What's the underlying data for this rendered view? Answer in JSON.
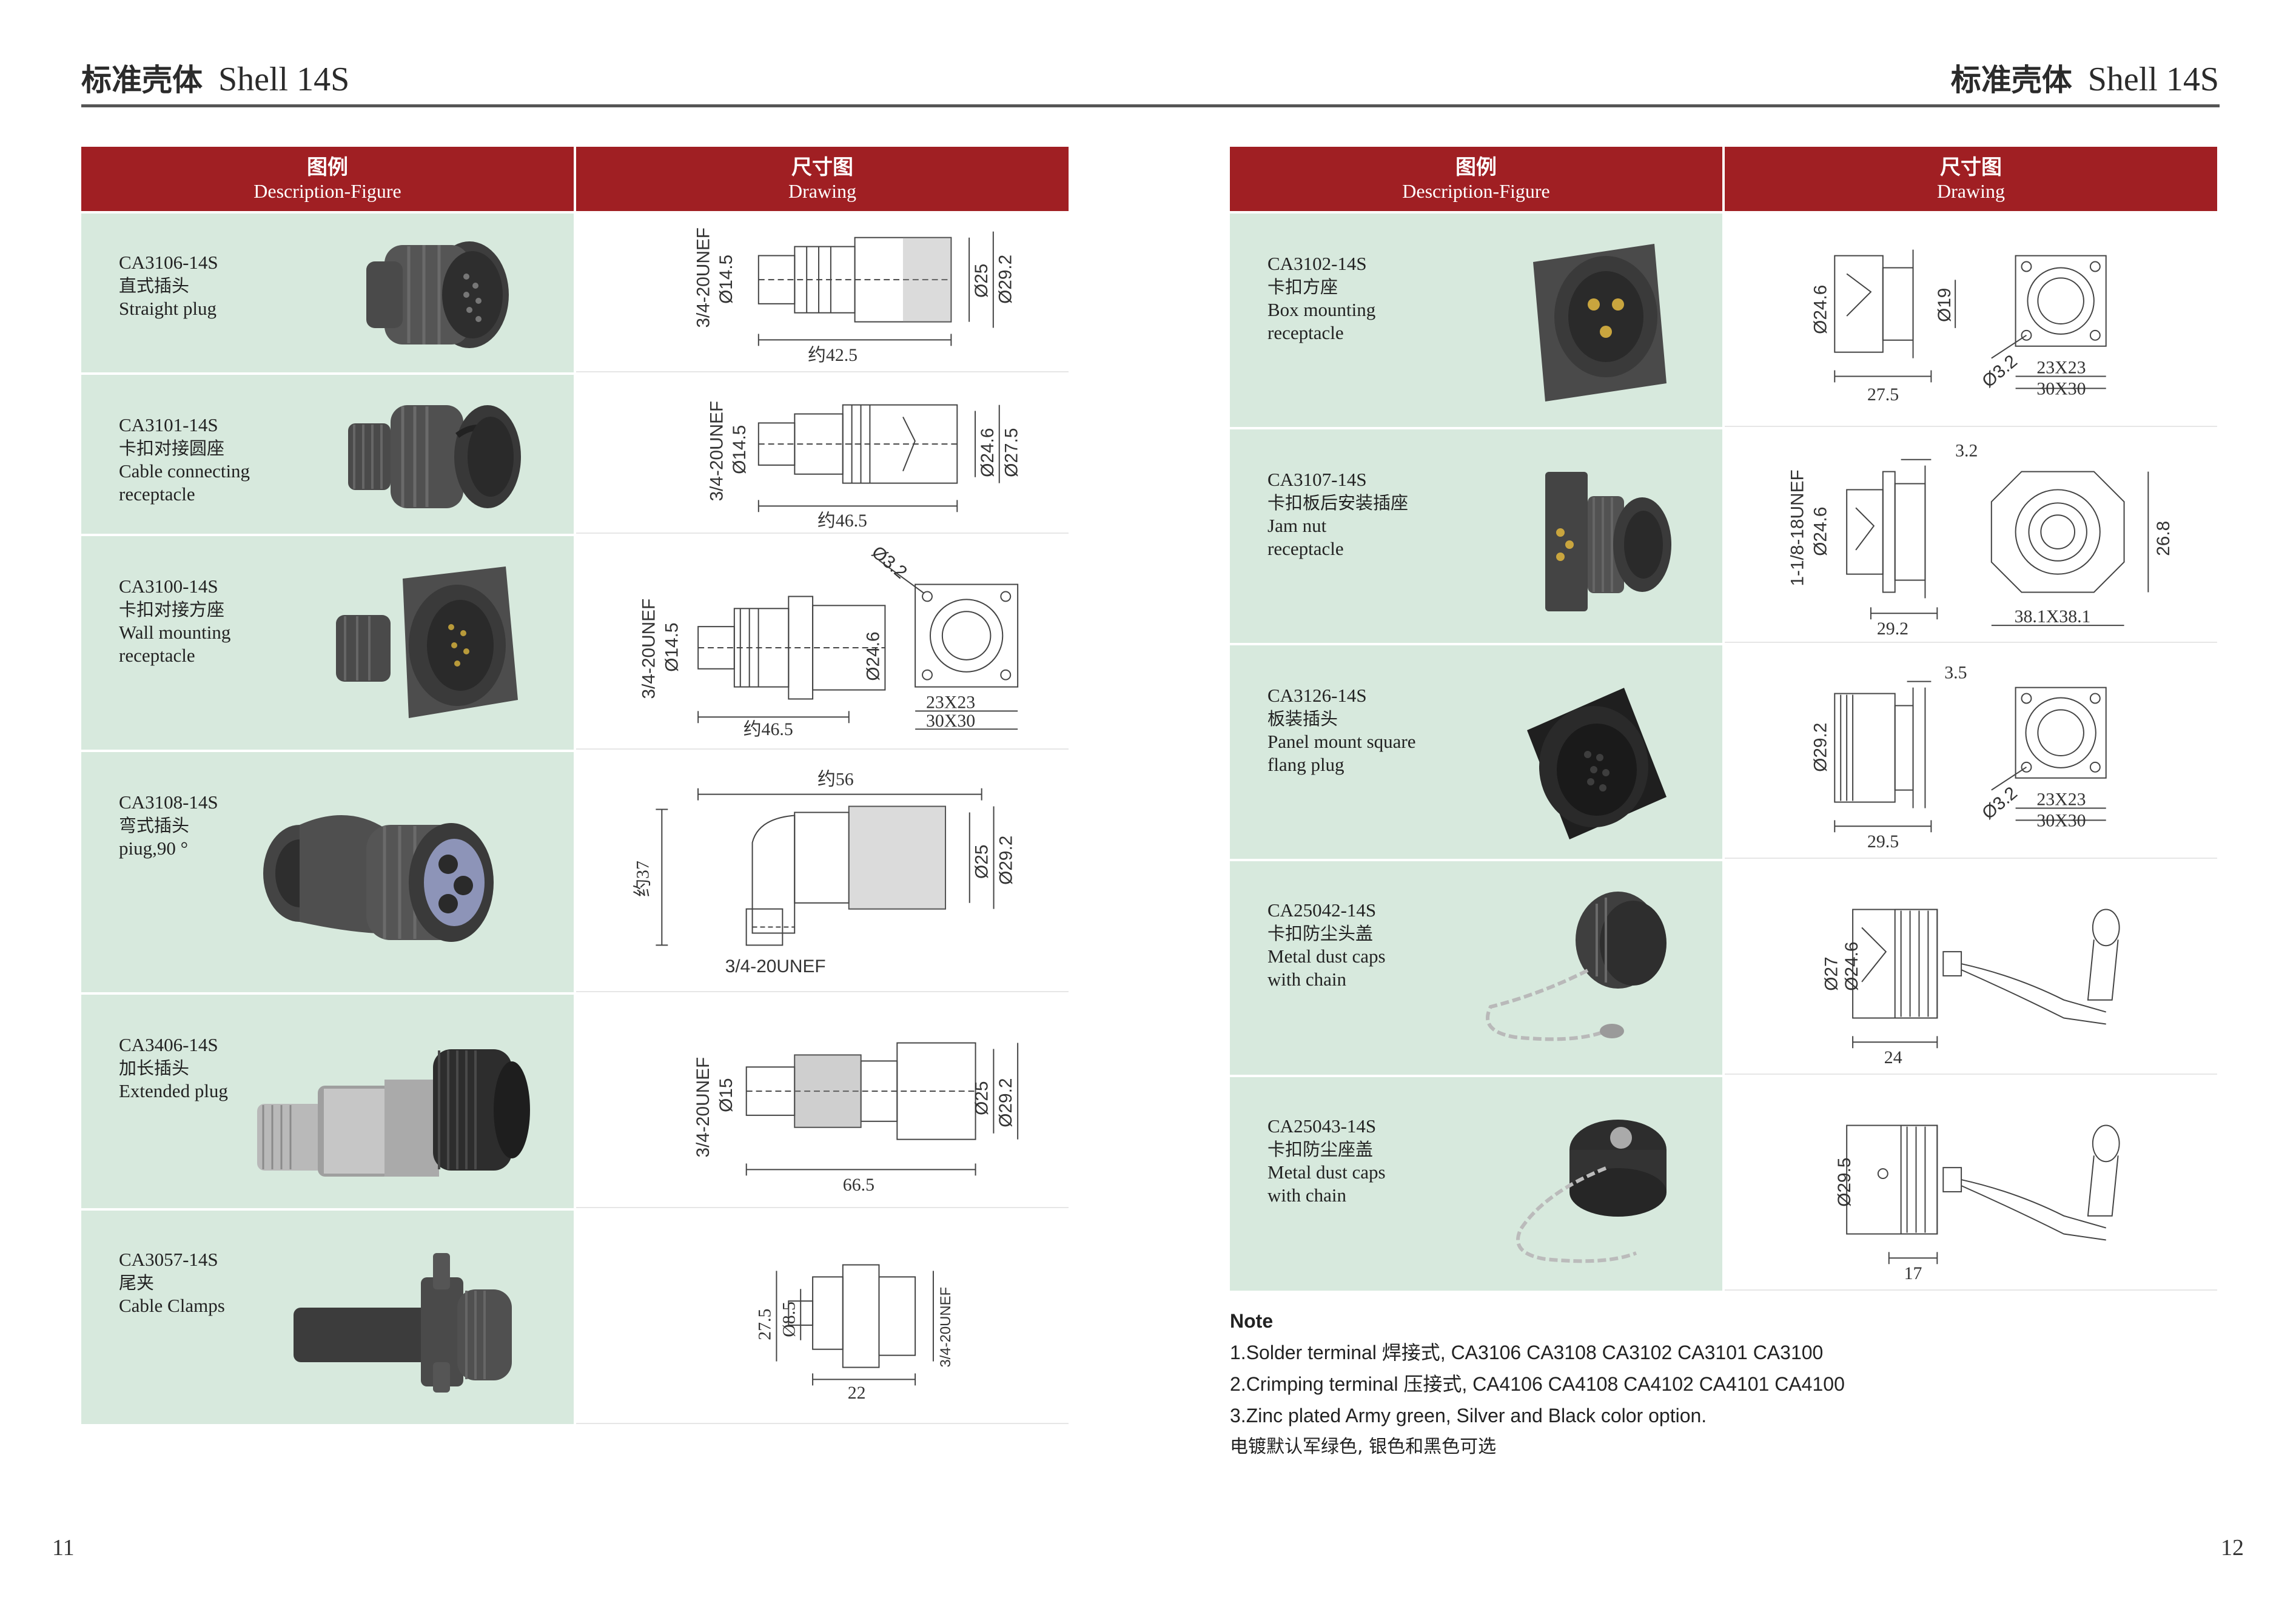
{
  "header": {
    "title_cn": "标准壳体",
    "title_en": "Shell 14S"
  },
  "table_headers": {
    "col1_cn": "图例",
    "col1_en": "Description-Figure",
    "col2_cn": "尺寸图",
    "col2_en": "Drawing"
  },
  "left_items": [
    {
      "code": "CA3106-14S",
      "cn": "直式插头",
      "en": [
        "Straight plug"
      ],
      "dims": [
        "3/4-20UNEF",
        "Ø14.5",
        "Ø25",
        "Ø29.2",
        "约42.5"
      ]
    },
    {
      "code": "CA3101-14S",
      "cn": "卡扣对接圆座",
      "en": [
        "Cable connecting",
        "receptacle"
      ],
      "dims": [
        "3/4-20UNEF",
        "Ø14.5",
        "Ø24.6",
        "Ø27.5",
        "约46.5"
      ]
    },
    {
      "code": "CA3100-14S",
      "cn": "卡扣对接方座",
      "en": [
        "Wall mounting",
        "receptacle"
      ],
      "dims": [
        "3/4-20UNEF",
        "Ø14.5",
        "Ø24.6",
        "Ø3.2",
        "23X23",
        "30X30",
        "约46.5"
      ]
    },
    {
      "code": "CA3108-14S",
      "cn": "弯式插头",
      "en": [
        "piug,90 °"
      ],
      "dims": [
        "约56",
        "约37",
        "Ø25",
        "Ø29.2",
        "3/4-20UNEF"
      ]
    },
    {
      "code": "CA3406-14S",
      "cn": "加长插头",
      "en": [
        "Extended plug"
      ],
      "dims": [
        "3/4-20UNEF",
        "Ø15",
        "Ø25",
        "Ø29.2",
        "66.5"
      ]
    },
    {
      "code": "CA3057-14S",
      "cn": "尾夹",
      "en": [
        "Cable Clamps"
      ],
      "dims": [
        "27.5",
        "Ø8.5",
        "22",
        "3/4-20UNEF"
      ]
    }
  ],
  "right_items": [
    {
      "code": "CA3102-14S",
      "cn": "卡扣方座",
      "en": [
        "Box mounting",
        "receptacle"
      ],
      "dims": [
        "Ø24.6",
        "Ø19",
        "27.5",
        "Ø3.2",
        "23X23",
        "30X30"
      ]
    },
    {
      "code": "CA3107-14S",
      "cn": "卡扣板后安装插座",
      "en": [
        "Jam nut",
        "receptacle"
      ],
      "dims": [
        "3.2",
        "1-1/8-18UNEF",
        "Ø24.6",
        "29.2",
        "38.1X38.1",
        "26.8"
      ]
    },
    {
      "code": "CA3126-14S",
      "cn": "板装插头",
      "en": [
        "Panel mount square",
        "flang plug"
      ],
      "dims": [
        "3.5",
        "Ø29.2",
        "29.5",
        "Ø3.2",
        "23X23",
        "30X30"
      ]
    },
    {
      "code": "CA25042-14S",
      "cn": "卡扣防尘头盖",
      "en": [
        "Metal dust caps",
        "with chain"
      ],
      "dims": [
        "Ø27",
        "Ø24.6",
        "24"
      ]
    },
    {
      "code": "CA25043-14S",
      "cn": "卡扣防尘座盖",
      "en": [
        "Metal dust caps",
        "with chain"
      ],
      "dims": [
        "Ø29.5",
        "17"
      ]
    }
  ],
  "notes": {
    "title": "Note",
    "lines": [
      "1.Solder terminal 焊接式, CA3106  CA3108 CA3102 CA3101 CA3100",
      "2.Crimping terminal 压接式, CA4106 CA4108 CA4102 CA4101 CA4100",
      "3.Zinc plated Army green, Silver and Black color option.",
      "电镀默认军绿色, 银色和黑色可选"
    ]
  },
  "page_numbers": {
    "left": "11",
    "right": "12"
  }
}
